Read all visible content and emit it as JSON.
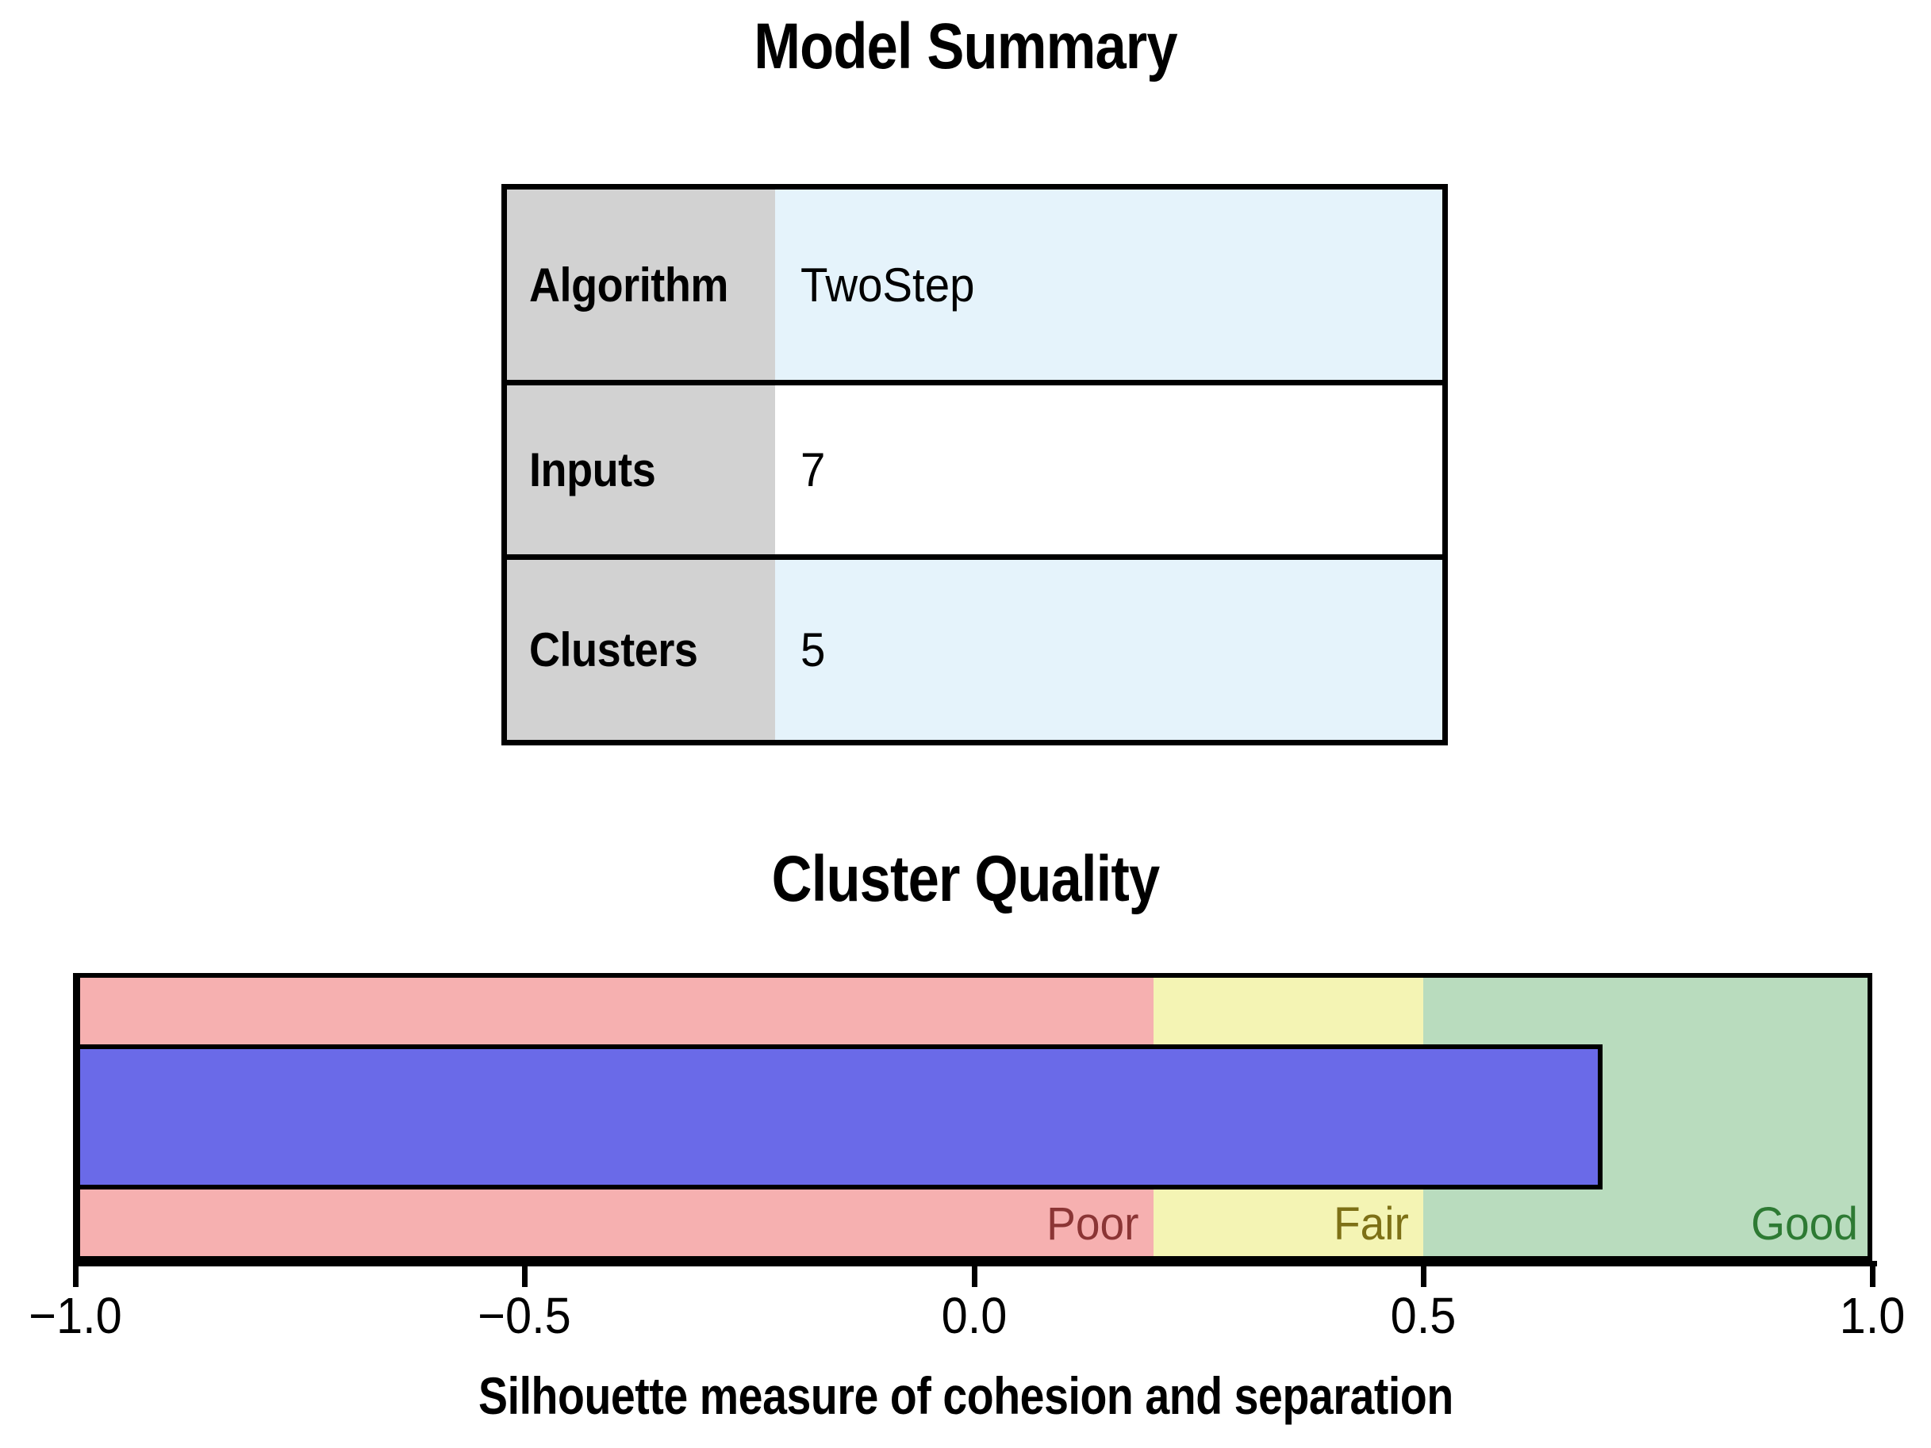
{
  "model_summary": {
    "title": "Model Summary",
    "header_fill": "#d2d2d2",
    "value_fill_alt": "#e5f3fb",
    "rows": [
      {
        "label": "Algorithm",
        "value": "TwoStep"
      },
      {
        "label": "Inputs",
        "value": "7"
      },
      {
        "label": "Clusters",
        "value": "5"
      }
    ]
  },
  "cluster_quality": {
    "title": "Cluster Quality",
    "zone_labels": {
      "poor": "Poor",
      "fair": "Fair",
      "good": "Good"
    },
    "zone_colors": {
      "poor": "#f6b0b0",
      "fair": "#f4f4b4",
      "good": "#b9dcbe"
    },
    "zone_label_colors": {
      "poor": "#8b3535",
      "fair": "#7d7016",
      "good": "#2d7a33"
    },
    "bar_color": "#6a6ae8"
  },
  "chart_data": {
    "type": "bar",
    "title": "Cluster Quality",
    "orientation": "horizontal",
    "xlabel": "Silhouette measure of cohesion and separation",
    "ylabel": "",
    "xlim": [
      -1.0,
      1.0
    ],
    "xticks": [
      -1.0,
      -0.5,
      0.0,
      0.5,
      1.0
    ],
    "xtick_labels": [
      "-1.0",
      "-0.5",
      "0.0",
      "0.5",
      "1.0"
    ],
    "grid": false,
    "legend": false,
    "categories": [
      "Silhouette measure"
    ],
    "values": [
      0.7
    ],
    "series": [
      {
        "name": "Silhouette measure of cohesion and separation",
        "values": [
          0.7
        ],
        "color": "#6a6ae8"
      }
    ],
    "zones": [
      {
        "label": "Poor",
        "range": [
          -1.0,
          0.2
        ],
        "color": "#f6b0b0",
        "text_color": "#8b3535"
      },
      {
        "label": "Fair",
        "range": [
          0.2,
          0.5
        ],
        "color": "#f4f4b4",
        "text_color": "#7d7016"
      },
      {
        "label": "Good",
        "range": [
          0.5,
          1.0
        ],
        "color": "#b9dcbe",
        "text_color": "#2d7a33"
      }
    ],
    "annotations": [
      "Poor",
      "Fair",
      "Good"
    ]
  }
}
